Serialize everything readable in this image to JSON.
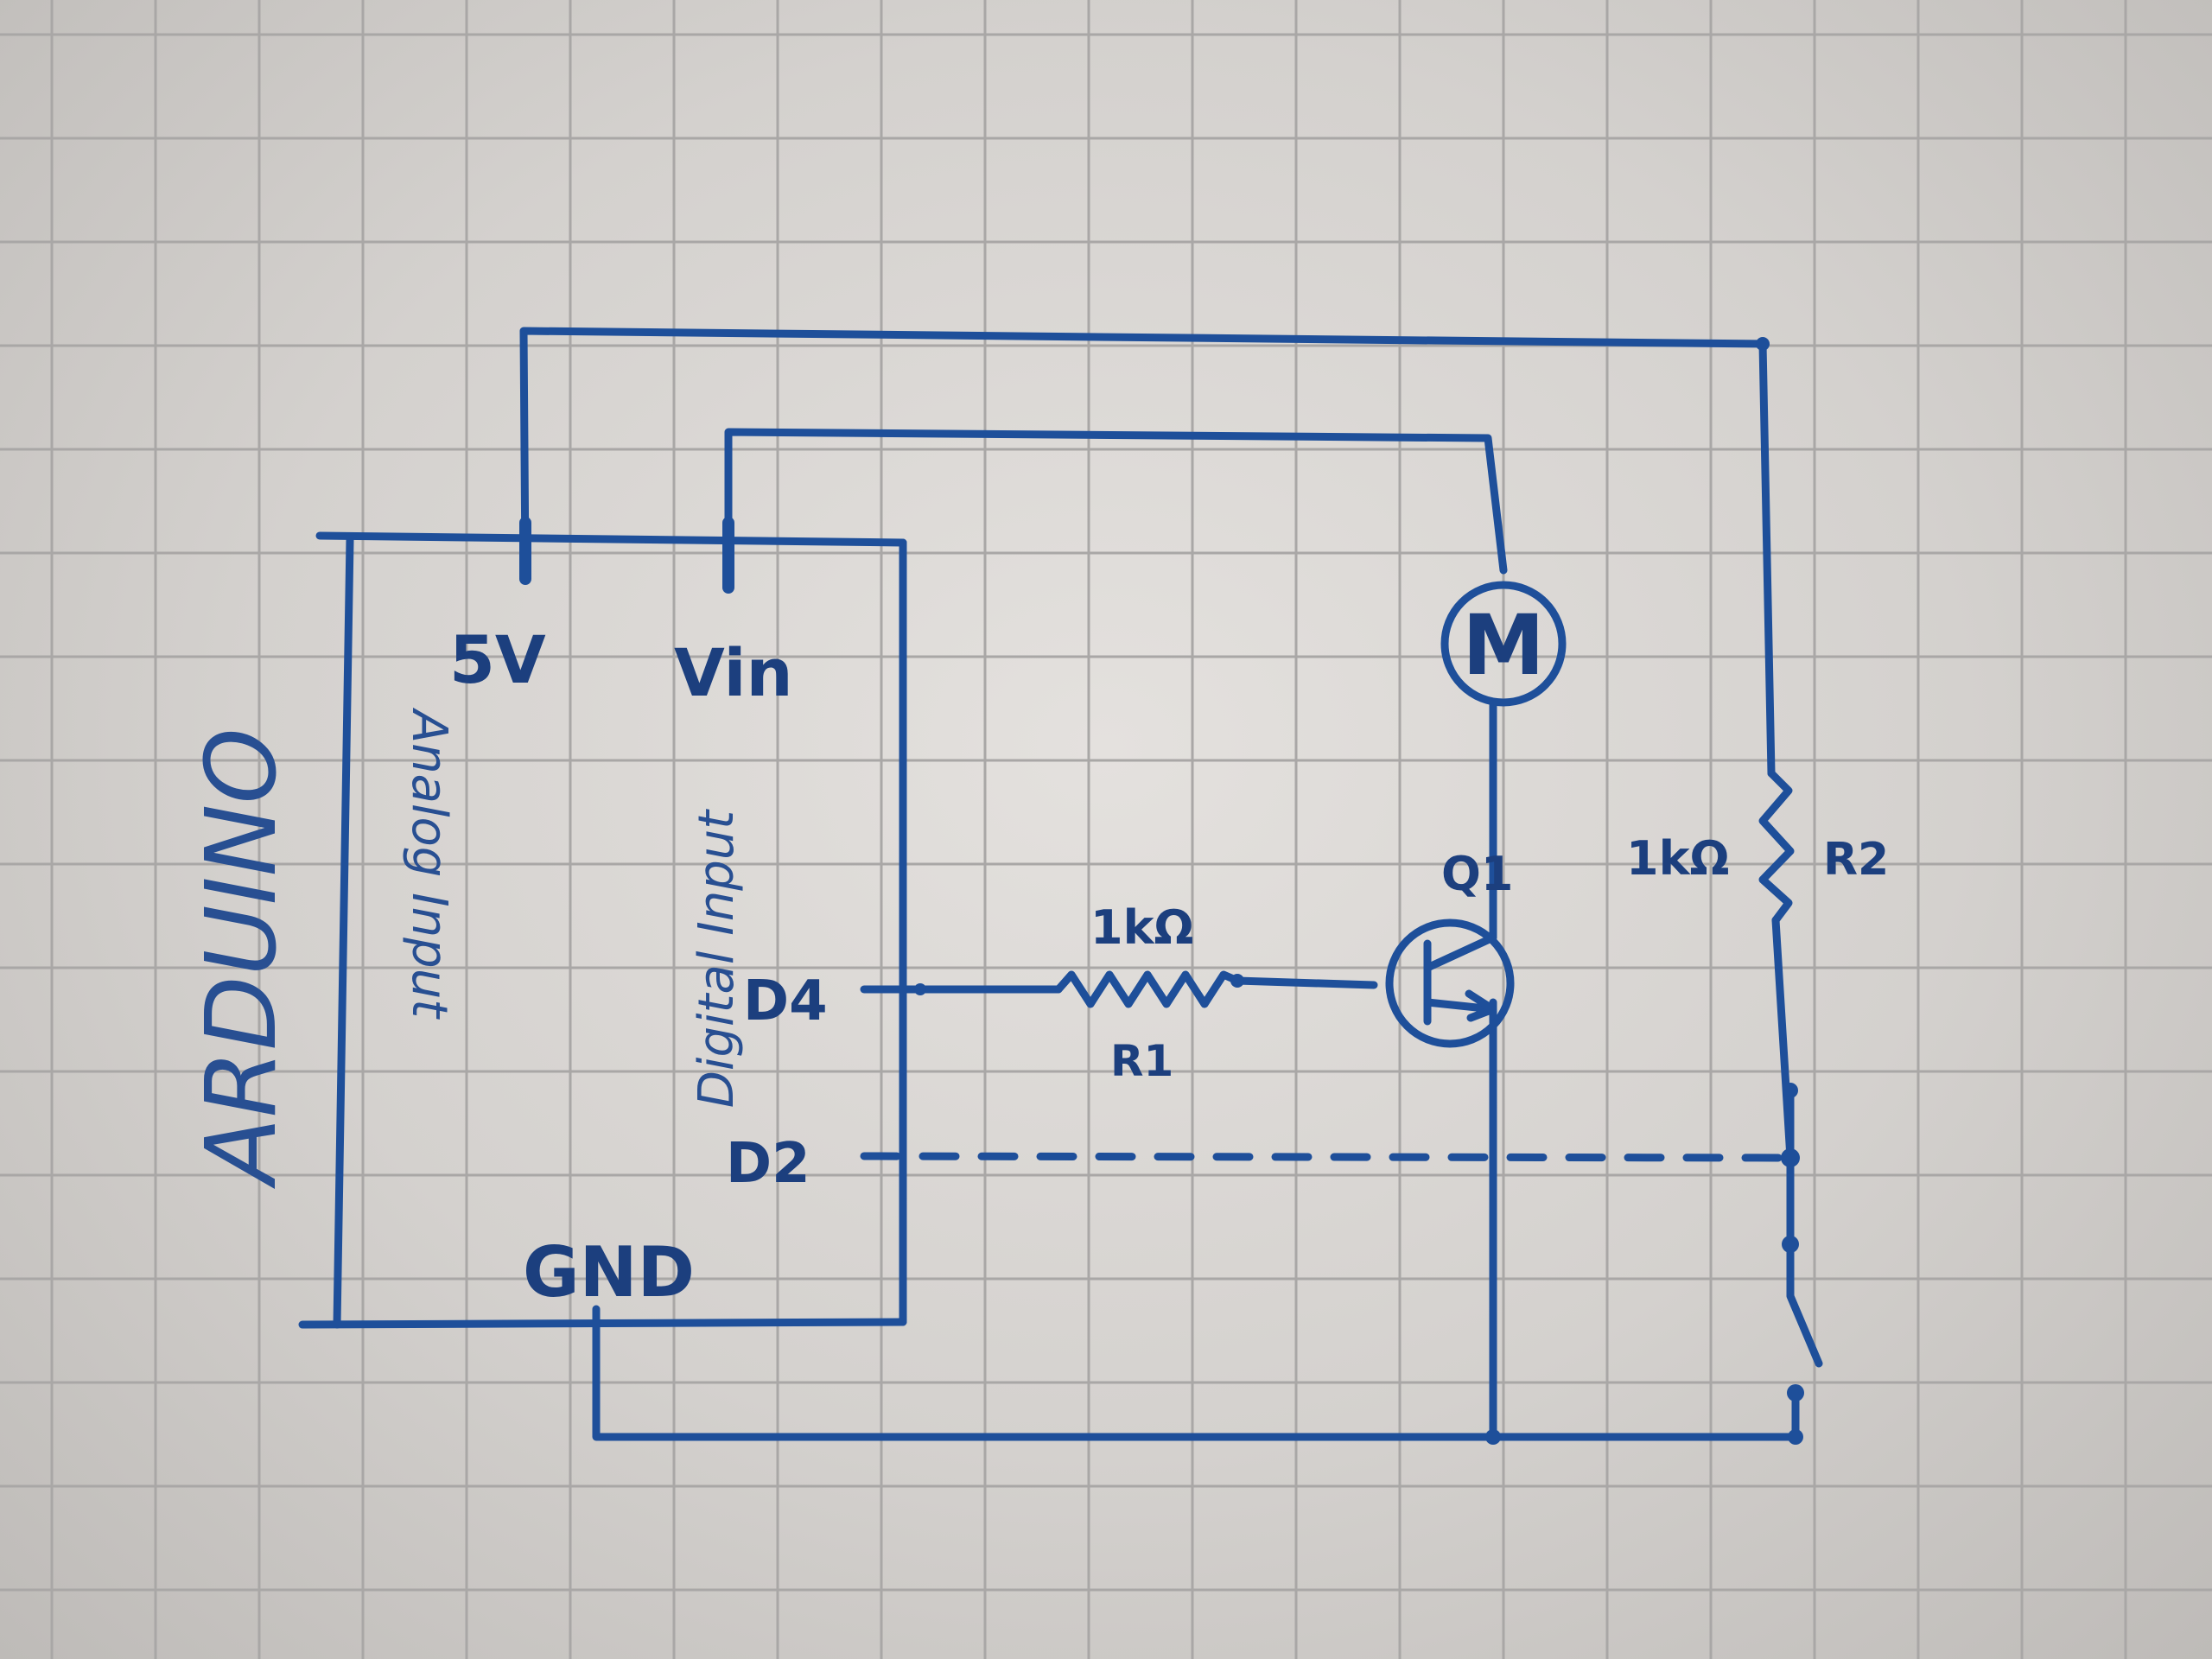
{
  "board": {
    "title": "ARDUINO",
    "left_side_label": "Analog Input",
    "right_side_label": "Digital Input"
  },
  "pins": {
    "five_volt": "5V",
    "vin": "Vin",
    "d4": "D4",
    "d2": "D2",
    "gnd": "GND"
  },
  "components": {
    "motor_symbol": "M",
    "transistor_label": "Q1",
    "r1_value": "1kΩ",
    "r1_label": "R1",
    "r2_value": "1kΩ",
    "r2_label": "R2"
  },
  "colors": {
    "ink": "#1e4f9a",
    "grid": "#a9a7a6",
    "paper": "#dad7d4"
  }
}
